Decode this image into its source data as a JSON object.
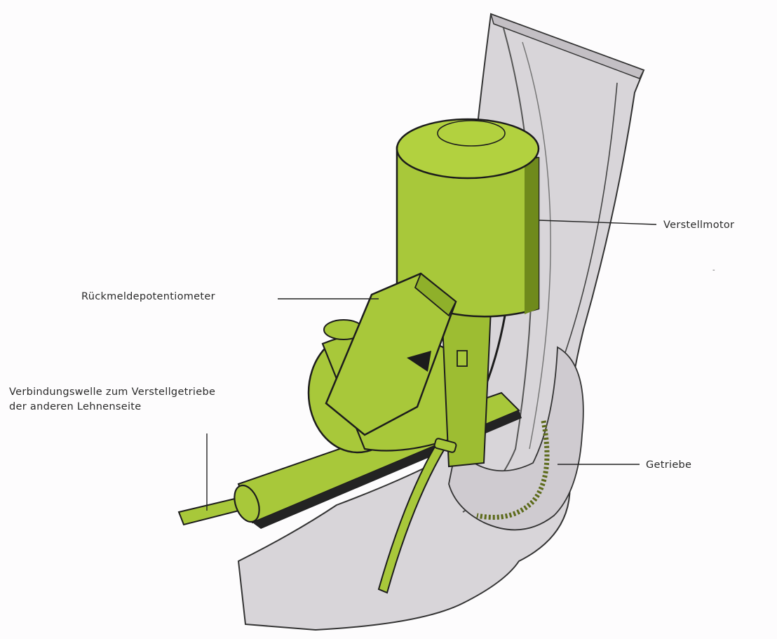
{
  "labels": {
    "motor": "Verstellmotor",
    "potentiometer": "Rückmeldepotentiometer",
    "shaft_line1": "Verbindungswelle zum Verstellgetriebe",
    "shaft_line2": "der anderen Lehnenseite",
    "gearbox": "Getriebe",
    "mark": "-"
  },
  "colors": {
    "part_green": "#a8c83a",
    "part_green_dark": "#6f8a1c",
    "frame_gray": "#d7d4d8",
    "outline": "#1c1c1c"
  }
}
